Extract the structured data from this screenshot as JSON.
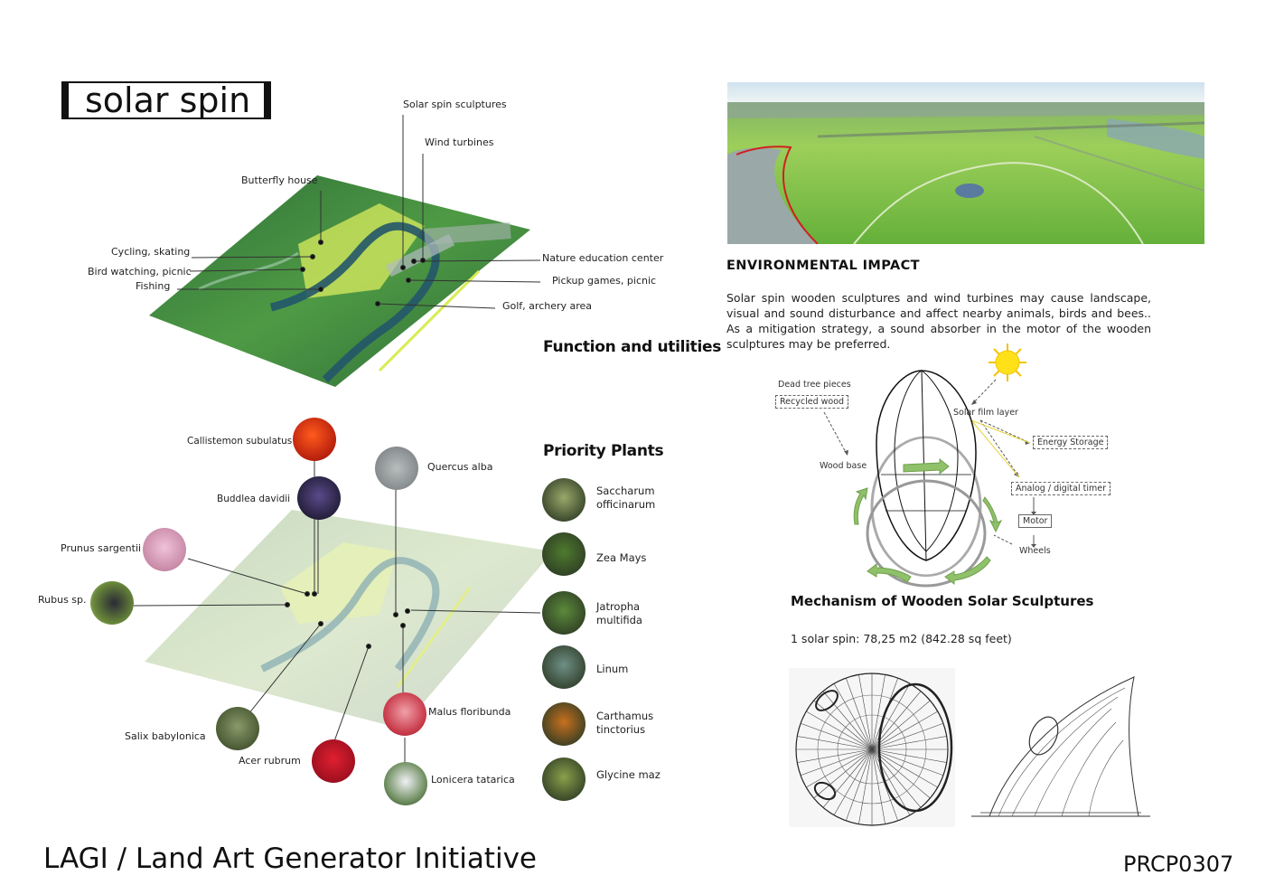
{
  "title": "solar spin",
  "function_map": {
    "heading": "Function and utilities",
    "labels": {
      "solar_spin_sculptures": "Solar spin sculptures",
      "wind_turbines": "Wind turbines",
      "butterfly_house": "Butterfly house",
      "cycling": "Cycling, skating",
      "bird_watching": "Bird watching, picnic",
      "fishing": "Fishing",
      "nature_center": "Nature education center",
      "pickup_games": "Pickup games, picnic",
      "golf": "Golf, archery area"
    }
  },
  "plants_map": {
    "left_labels": {
      "callistemon": "Callistemon subulatus",
      "buddlea": "Buddlea davidii",
      "prunus": "Prunus sargentii",
      "rubus": "Rubus sp.",
      "salix": "Salix babylonica",
      "acer": "Acer rubrum",
      "quercus": "Quercus alba",
      "malus": "Malus floribunda",
      "lonicera": "Lonicera tatarica"
    }
  },
  "priority_plants": {
    "heading": "Priority Plants",
    "items": [
      {
        "line1": "Saccharum",
        "line2": "officinarum",
        "color": "#9aa86a"
      },
      {
        "line1": "Zea Mays",
        "line2": "",
        "color": "#4f7a2e"
      },
      {
        "line1": "Jatropha",
        "line2": "multifida",
        "color": "#5c8a3a"
      },
      {
        "line1": "Linum",
        "line2": "",
        "color": "#6f8f86"
      },
      {
        "line1": "Carthamus",
        "line2": "tinctorius",
        "color": "#c8701e"
      },
      {
        "line1": "Glycine maz",
        "line2": "",
        "color": "#8aa04a"
      }
    ]
  },
  "environmental": {
    "heading": "ENVIRONMENTAL IMPACT",
    "text": "Solar spin wooden sculptures and wind turbines may cause landscape, visual and sound disturbance and affect nearby animals, birds and bees.. As a mitigation strategy, a sound absorber in the motor of the wooden sculptures may be preferred."
  },
  "mechanism": {
    "dead_tree": "Dead tree pieces",
    "recycled_wood": "Recycled wood",
    "solar_film": "Solar film layer",
    "energy_storage": "Energy Storage",
    "wood_base": "Wood base",
    "timer": "Analog / digital timer",
    "motor": "Motor",
    "wheels": "Wheels",
    "heading": "Mechanism of Wooden Solar Sculptures",
    "area": "1 solar spin: 78,25 m2 (842.28 sq feet)"
  },
  "footer": {
    "left": "LAGI / Land Art Generator Initiative",
    "right": "PRCP0307"
  },
  "colors": {
    "map_green": "#3f8f3a",
    "lime": "#c6e24a",
    "river": "#2c5e6a",
    "arrow_green": "#8fc06a",
    "sun": "#ffe11a"
  }
}
